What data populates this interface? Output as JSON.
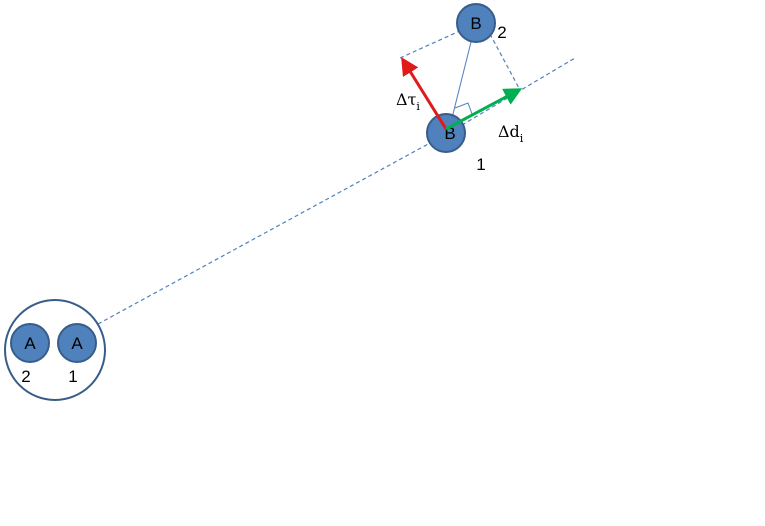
{
  "nodes": {
    "a1": {
      "label": "A",
      "index": "1"
    },
    "a2": {
      "label": "A",
      "index": "2"
    },
    "b1": {
      "label": "B",
      "index": "1"
    },
    "b2": {
      "label": "B",
      "index": "2"
    }
  },
  "vectors": {
    "delta_tau": {
      "symbol": "Δτ",
      "subscript": "i",
      "color": "#e0191b"
    },
    "delta_d": {
      "symbol": "Δd",
      "subscript": "i",
      "color": "#00b050"
    }
  },
  "colors": {
    "node_fill": "#4f81bd",
    "node_stroke": "#385d8a",
    "guide_line": "#4f81bd"
  }
}
